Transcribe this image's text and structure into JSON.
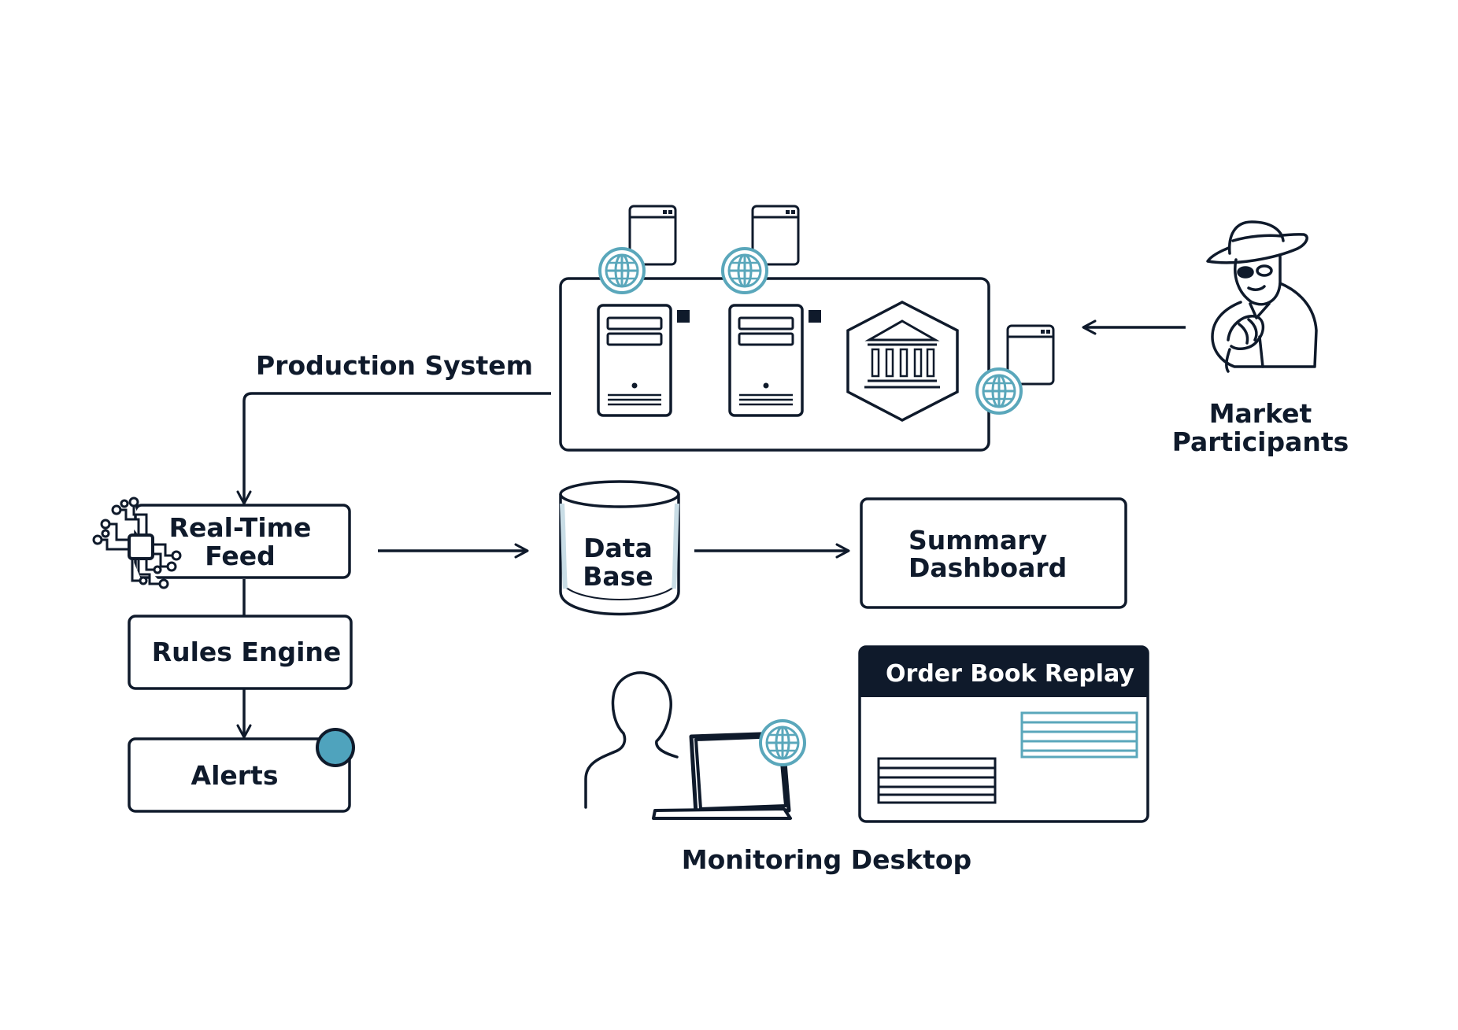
{
  "labels": {
    "production_system": "Production System",
    "market_participants_line1": "Market",
    "market_participants_line2": "Participants",
    "realtime_feed_line1": "Real-Time",
    "realtime_feed_line2": "Feed",
    "database_line1": "Data",
    "database_line2": "Base",
    "summary_dashboard_line1": "Summary",
    "summary_dashboard_line2": "Dashboard",
    "rules_engine": "Rules Engine",
    "alerts": "Alerts",
    "order_book_replay": "Order Book Replay",
    "monitoring_desktop": "Monitoring Desktop"
  },
  "colors": {
    "ink": "#0f1a2b",
    "accent": "#5aa7bb",
    "alert_dot": "#4fa3bd"
  },
  "icons": [
    "server-icon",
    "globe-icon",
    "browser-window-icon",
    "bank-icon",
    "person-icon",
    "laptop-icon",
    "circuit-chip-icon",
    "spy-icon",
    "database-icon"
  ]
}
